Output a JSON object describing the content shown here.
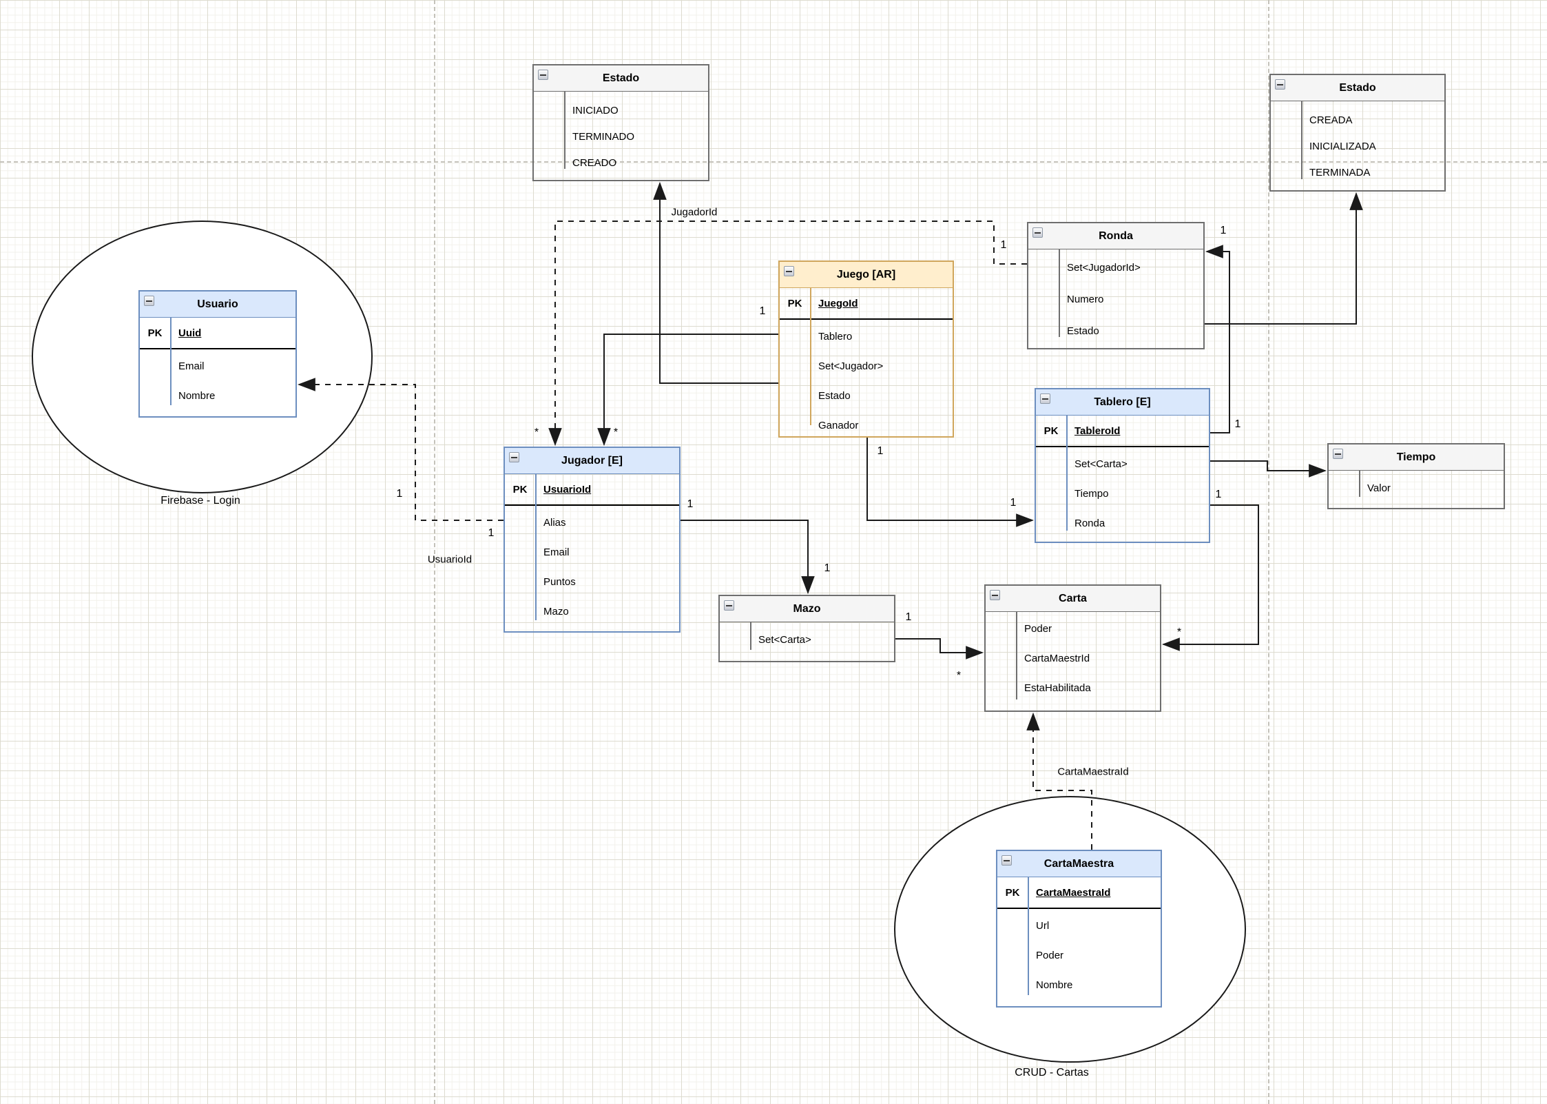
{
  "colors": {
    "gray_header": "#f5f5f5",
    "gray_border": "#6e6e6e",
    "blue_header": "#dae8fc",
    "blue_border": "#6c8ebf",
    "orange_header": "#ffeecd",
    "orange_border": "#d0a65c",
    "line": "#1a1a1a"
  },
  "entities": {
    "estado_juego": {
      "title": "Estado",
      "attributes": [
        "INICIADO",
        "TERMINADO",
        "CREADO"
      ]
    },
    "usuario": {
      "title": "Usuario",
      "pk_label": "PK",
      "pk": "Uuid",
      "attributes": [
        "Email",
        "Nombre"
      ]
    },
    "juego": {
      "title": "Juego [AR]",
      "pk_label": "PK",
      "pk": "JuegoId",
      "attributes": [
        "Tablero",
        "Set<Jugador>",
        "Estado",
        "Ganador"
      ]
    },
    "jugador": {
      "title": "Jugador [E]",
      "pk_label": "PK",
      "pk": "UsuarioId",
      "attributes": [
        "Alias",
        "Email",
        "Puntos",
        "Mazo"
      ]
    },
    "ronda": {
      "title": "Ronda",
      "attributes": [
        "Set<JugadorId>",
        "Numero",
        "Estado"
      ]
    },
    "estado_ronda": {
      "title": "Estado",
      "attributes": [
        "CREADA",
        "INICIALIZADA",
        "TERMINADA"
      ]
    },
    "tablero": {
      "title": "Tablero [E]",
      "pk_label": "PK",
      "pk": "TableroId",
      "attributes": [
        "Set<Carta>",
        "Tiempo",
        "Ronda"
      ]
    },
    "mazo": {
      "title": "Mazo",
      "attributes": [
        "Set<Carta>"
      ]
    },
    "carta": {
      "title": "Carta",
      "attributes": [
        "Poder",
        "CartaMaestrId",
        "EstaHabilitada"
      ]
    },
    "tiempo": {
      "title": "Tiempo",
      "attributes": [
        "Valor"
      ]
    },
    "carta_maestra": {
      "title": "CartaMaestra",
      "pk_label": "PK",
      "pk": "CartaMaestraId",
      "attributes": [
        "Url",
        "Poder",
        "Nombre"
      ]
    }
  },
  "groups": {
    "firebase_login": {
      "label": "Firebase - Login"
    },
    "crud_cartas": {
      "label": "CRUD - Cartas"
    }
  },
  "connector_labels": {
    "jugador_id": "JugadorId",
    "usuario_id": "UsuarioId",
    "carta_maestra_id": "CartaMaestraId"
  },
  "multiplicities": [
    {
      "text": "1"
    },
    {
      "text": "*"
    },
    {
      "text": "*"
    },
    {
      "text": "1"
    },
    {
      "text": "1"
    },
    {
      "text": "1"
    },
    {
      "text": "1"
    },
    {
      "text": "1"
    },
    {
      "text": "1"
    },
    {
      "text": "*"
    },
    {
      "text": "1"
    },
    {
      "text": "1"
    },
    {
      "text": "1"
    },
    {
      "text": "*"
    },
    {
      "text": "1"
    },
    {
      "text": "1"
    }
  ]
}
